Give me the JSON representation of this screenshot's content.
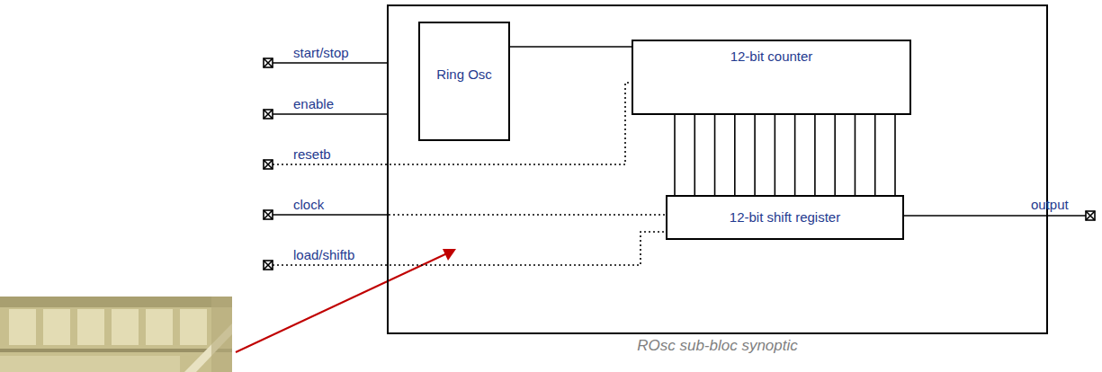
{
  "diagram": {
    "nodes": [
      {
        "text": [
          "ROsc sub-bloc synoptic"
        ]
      },
      {
        "text": [
          "Ring Osc"
        ],
        "in": 0
      },
      {
        "text": [
          "12-bit counter"
        ],
        "in": 0
      },
      {
        "text": [
          "12-bit shift register"
        ],
        "in": 0
      }
    ],
    "edges": [
      {
        "from": 1,
        "to": 2,
        "arrow": "none"
      },
      {
        "from": 2,
        "to": 3,
        "arrow": "none"
      },
      {
        "from": 2,
        "to": 3,
        "arrow": "none"
      },
      {
        "from": 2,
        "to": 3,
        "arrow": "none"
      },
      {
        "from": 2,
        "to": 3,
        "arrow": "none"
      },
      {
        "from": 2,
        "to": 3,
        "arrow": "none"
      },
      {
        "from": 2,
        "to": 3,
        "arrow": "none"
      },
      {
        "from": 2,
        "to": 3,
        "arrow": "none"
      },
      {
        "from": 2,
        "to": 3,
        "arrow": "none"
      },
      {
        "from": 2,
        "to": 3,
        "arrow": "none"
      },
      {
        "from": 2,
        "to": 3,
        "arrow": "none"
      },
      {
        "from": 2,
        "to": 3,
        "arrow": "none"
      },
      {
        "from": 2,
        "to": 3,
        "arrow": "none"
      }
    ],
    "labels": [
      "start/stop",
      "enable",
      "resetb",
      "clock",
      "load/shiftb",
      "output"
    ]
  }
}
